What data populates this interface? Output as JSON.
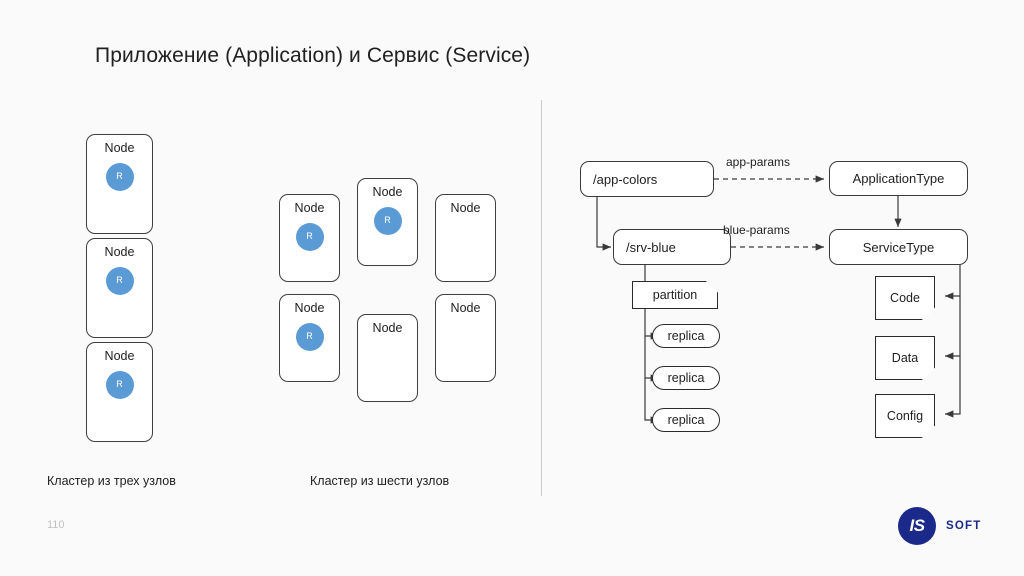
{
  "slide": {
    "title": "Приложение (Application) и Сервис (Service)",
    "page_number": "110",
    "background_color": "#fafafa"
  },
  "logo": {
    "mark_text": "IS",
    "word_text": "SOFT",
    "color": "#1b2a8a"
  },
  "clusters": [
    {
      "caption": "Кластер из трех узлов",
      "node_label": "Node",
      "replica_label": "R",
      "replica_color": "#5b9bd5",
      "nodes": [
        {
          "label": "Node",
          "has_replica": true
        },
        {
          "label": "Node",
          "has_replica": true
        },
        {
          "label": "Node",
          "has_replica": true
        }
      ]
    },
    {
      "caption": "Кластер из шести узлов",
      "node_label": "Node",
      "replica_label": "R",
      "replica_color": "#5b9bd5",
      "nodes": [
        {
          "label": "Node",
          "has_replica": true
        },
        {
          "label": "Node",
          "has_replica": true
        },
        {
          "label": "Node",
          "has_replica": false
        },
        {
          "label": "Node",
          "has_replica": true
        },
        {
          "label": "Node",
          "has_replica": false
        },
        {
          "label": "Node",
          "has_replica": false
        }
      ]
    }
  ],
  "graph": {
    "nodes": {
      "app_colors": "/app-colors",
      "srv_blue": "/srv-blue",
      "application_type": "ApplicationType",
      "service_type": "ServiceType",
      "partition": "partition",
      "replica_1": "replica",
      "replica_2": "replica",
      "replica_3": "replica",
      "code": "Code",
      "data": "Data",
      "config": "Config"
    },
    "edge_labels": {
      "app_params": "app-params",
      "blue_params": "blue-params"
    }
  }
}
